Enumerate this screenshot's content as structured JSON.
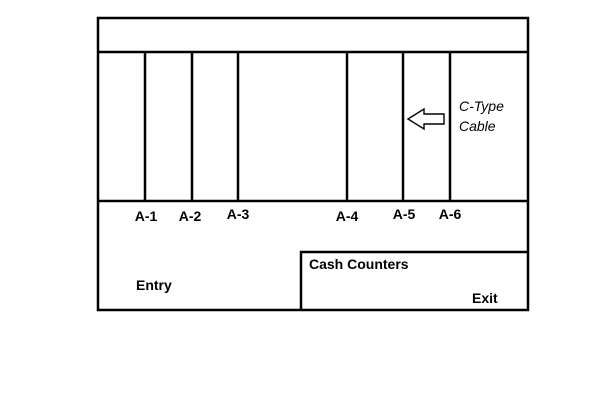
{
  "diagram": {
    "aisles": [
      {
        "label": "A-1"
      },
      {
        "label": "A-2"
      },
      {
        "label": "A-3"
      },
      {
        "label": "A-4"
      },
      {
        "label": "A-5"
      },
      {
        "label": "A-6"
      }
    ],
    "annotation": {
      "line1": "C-Type",
      "line2": "Cable"
    },
    "areas": {
      "entry": "Entry",
      "cash_counters": "Cash Counters",
      "exit": "Exit"
    }
  }
}
